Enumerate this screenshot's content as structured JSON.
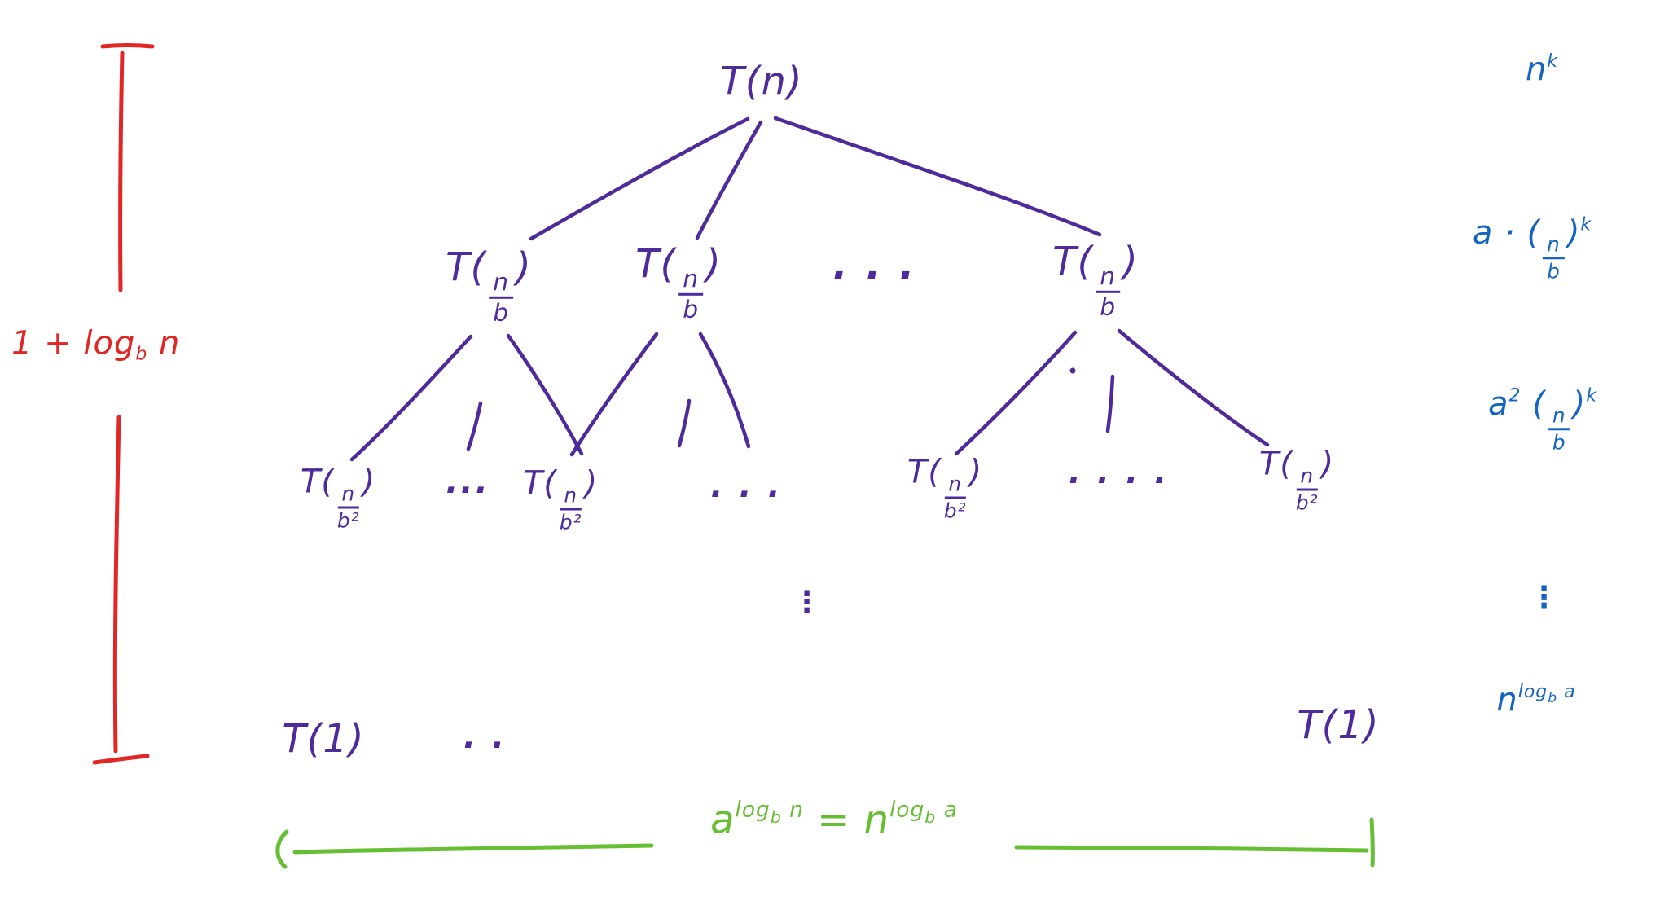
{
  "diagram": {
    "type": "recursion-tree",
    "colors": {
      "tree": "#4e2a9a",
      "depth_bracket": "#e12726",
      "level_cost": "#1565c0",
      "leaf_bracket": "#66bf33",
      "background": "#ffffff"
    },
    "nodes": {
      "root": [
        "T(n)"
      ],
      "l1_left": [
        "T(",
        {
          "t": "frac",
          "n": [
            "n"
          ],
          "d": [
            "b"
          ]
        },
        ")"
      ],
      "l1_mid": [
        "T(",
        {
          "t": "frac",
          "n": [
            "n"
          ],
          "d": [
            "b"
          ]
        },
        ")"
      ],
      "l1_dots": [
        "· · ·"
      ],
      "l1_right": [
        "T(",
        {
          "t": "frac",
          "n": [
            "n"
          ],
          "d": [
            "b"
          ]
        },
        ")"
      ],
      "l2_1": [
        "T(",
        {
          "t": "frac",
          "n": [
            "n"
          ],
          "d": [
            "b²"
          ]
        },
        ")"
      ],
      "l2_dots_a": [
        "···"
      ],
      "l2_2": [
        "T(",
        {
          "t": "frac",
          "n": [
            "n"
          ],
          "d": [
            "b²"
          ]
        },
        ")"
      ],
      "l2_dots_b": [
        "· · ·"
      ],
      "l2_3": [
        "T(",
        {
          "t": "frac",
          "n": [
            "n"
          ],
          "d": [
            "b²"
          ]
        },
        ")"
      ],
      "l2_dots_c": [
        "· · · ·"
      ],
      "l2_4": [
        "T(",
        {
          "t": "frac",
          "n": [
            "n"
          ],
          "d": [
            "b²"
          ]
        },
        ")"
      ],
      "vdots": [
        "⋮"
      ],
      "leaf_left": [
        "T(1)"
      ],
      "leaf_dots": [
        "· ·"
      ],
      "leaf_right": [
        "T(1)"
      ]
    },
    "depth_label": [
      "1 + log",
      {
        "t": "sub",
        "c": [
          "b"
        ]
      },
      " n"
    ],
    "level_costs": {
      "row0": [
        "n",
        {
          "t": "sup",
          "c": [
            "k"
          ]
        }
      ],
      "row1": [
        "a · (",
        {
          "t": "frac",
          "n": [
            "n"
          ],
          "d": [
            "b"
          ]
        },
        ")",
        {
          "t": "sup",
          "c": [
            "k"
          ]
        }
      ],
      "row2": [
        "a",
        {
          "t": "sup",
          "c": [
            "2"
          ]
        },
        " (",
        {
          "t": "frac",
          "n": [
            "n"
          ],
          "d": [
            "b"
          ]
        },
        ")",
        {
          "t": "sup",
          "c": [
            "k"
          ]
        }
      ],
      "row3": [
        "⋮"
      ],
      "row4": [
        "n",
        {
          "t": "sup",
          "c": [
            "log",
            {
              "t": "sub",
              "c": [
                "b"
              ]
            },
            " a"
          ]
        }
      ]
    },
    "leaf_count_label": [
      "a",
      {
        "t": "sup",
        "c": [
          "log",
          {
            "t": "sub",
            "c": [
              "b"
            ]
          },
          " n"
        ]
      },
      " = n",
      {
        "t": "sup",
        "c": [
          "log",
          {
            "t": "sub",
            "c": [
              "b"
            ]
          },
          " a"
        ]
      }
    ]
  }
}
